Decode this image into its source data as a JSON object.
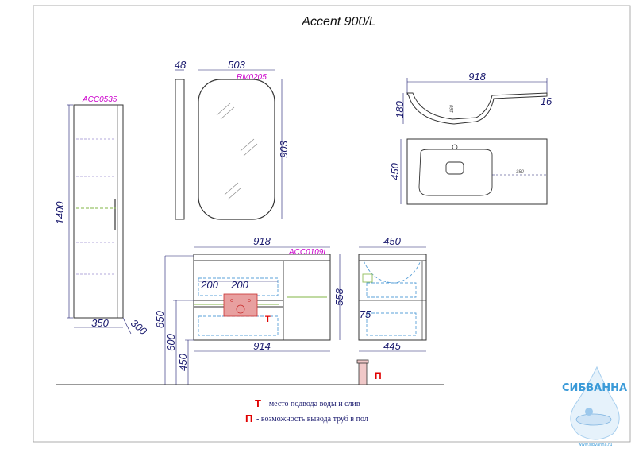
{
  "title": "Accent 900/L",
  "column": {
    "code": "ACC0535",
    "height": "1400",
    "width": "350",
    "depth": "300"
  },
  "mirror": {
    "code": "RM0205",
    "thickness": "48",
    "width": "503",
    "height": "903"
  },
  "sink": {
    "width": "918",
    "depth": "180",
    "lip": "16",
    "bowl_depth": "160",
    "plan_depth": "450",
    "bowl_offset": "350"
  },
  "cabinet": {
    "code": "ACC0109L",
    "width_top": "918",
    "width_bottom": "914",
    "drawer_spacing_left": "200",
    "drawer_spacing_right": "200",
    "height": "558",
    "floor_850": "850",
    "floor_600": "600",
    "floor_450": "450",
    "mark_t": "T"
  },
  "side_view": {
    "depth_top": "450",
    "depth_bottom": "445",
    "offset": "75"
  },
  "pipe": {
    "mark_p": "П"
  },
  "legend": {
    "t_symbol": "Т",
    "t_text": "- место подвода воды и слив",
    "p_symbol": "П",
    "p_text": "- возможность вывода труб в пол"
  },
  "watermark": {
    "brand": "СИБВАННА",
    "url": "www.sibvanna.ru"
  },
  "colors": {
    "dimension": "#1a1a6e",
    "code": "#cc00cc",
    "mark": "#e00000",
    "hidden_line": "#5aa0d8",
    "drain_fill": "#e8a0a0",
    "brand": "#3a9ad8"
  }
}
